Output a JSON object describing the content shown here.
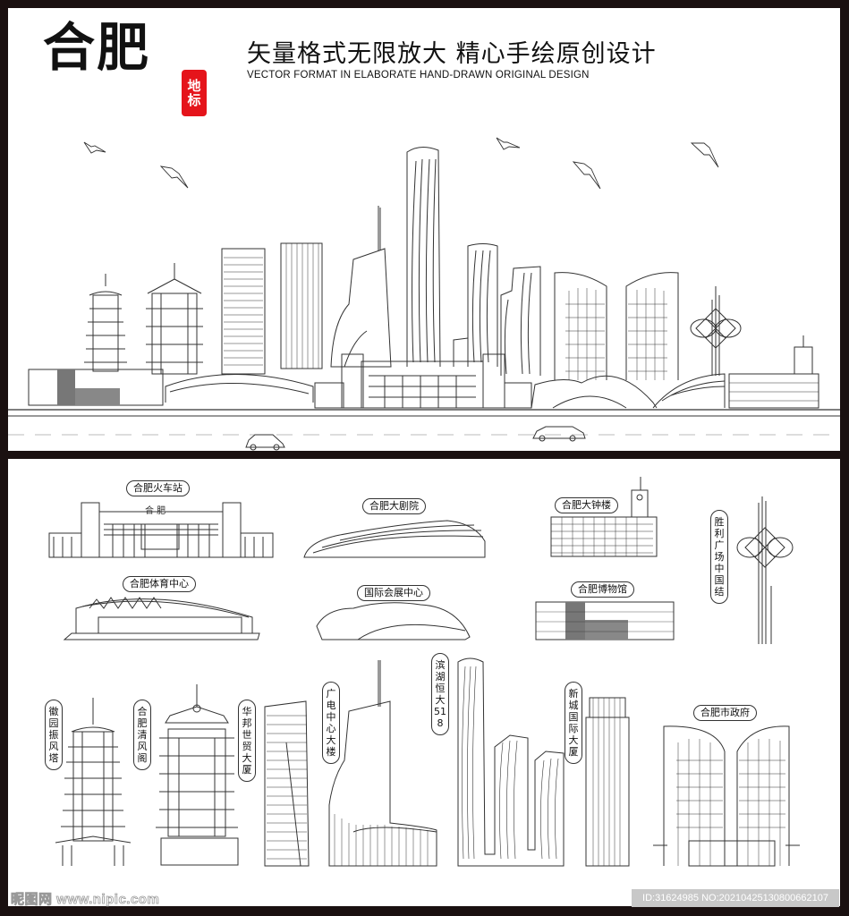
{
  "header": {
    "city_title": "合肥",
    "seal_chars": [
      "地",
      "标"
    ],
    "slogan_cn": "矢量格式无限放大  精心手绘原创设计",
    "slogan_en": "VECTOR FORMAT IN ELABORATE HAND-DRAWN ORIGINAL DESIGN"
  },
  "landmarks": {
    "train_station": "合肥火车站",
    "grand_theatre": "合肥大剧院",
    "clock_tower": "合肥大钟楼",
    "chinese_knot": "胜利广场中国结",
    "sports_center": "合肥体育中心",
    "convention_center": "国际会展中心",
    "museum": "合肥博物馆",
    "zhenfeng_pagoda": "徽园振风塔",
    "qingfeng_pavilion": "合肥清风阁",
    "huabang_tower": "华邦世贸大厦",
    "broadcast_tower": "广电中心大楼",
    "evergrande_518": "滨湖恒大518",
    "xincheng_tower": "新城国际大厦",
    "city_hall": "合肥市政府",
    "station_sign": "合 肥"
  },
  "watermark": {
    "site": "昵图网 www.nipic.com",
    "id_text": "ID:31624985 NO:20210425130800662107"
  },
  "colors": {
    "frame": "#1a1010",
    "line": "#333333",
    "seal": "#e5141b",
    "watermark_bg": "#c8c8c8"
  }
}
